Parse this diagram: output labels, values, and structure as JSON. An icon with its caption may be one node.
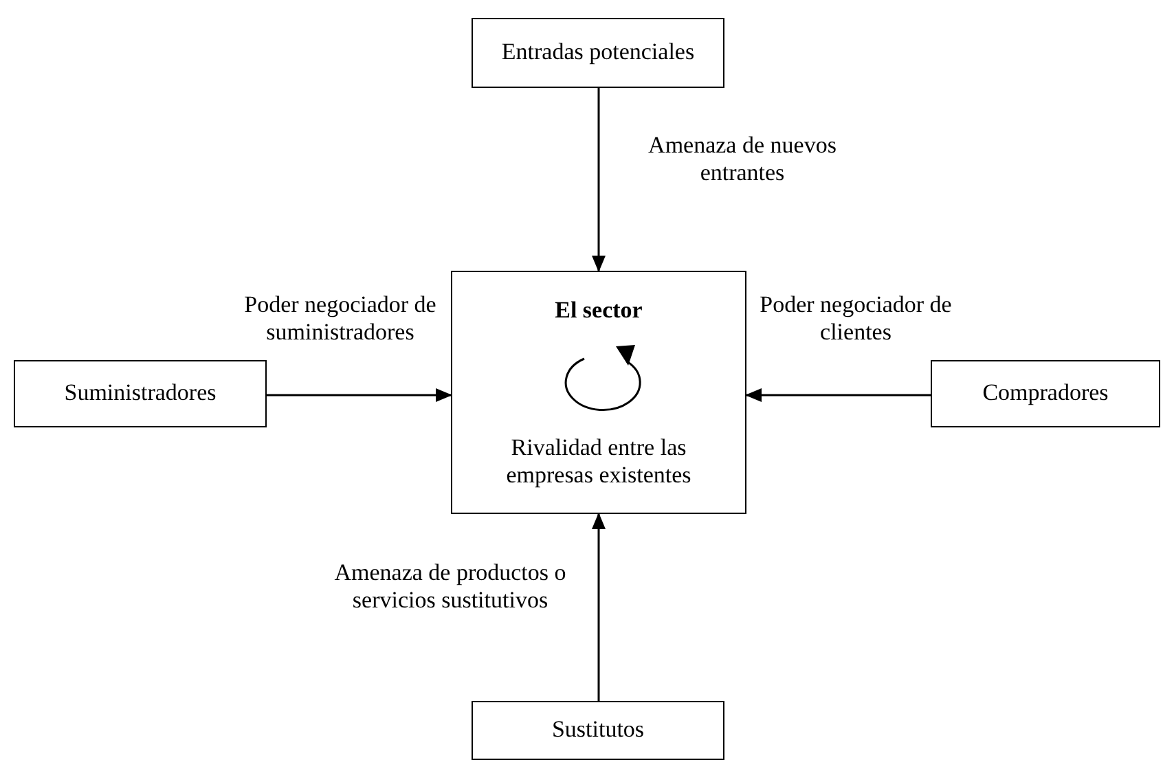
{
  "diagram": {
    "nodes": [
      {
        "text": [
          "Entradas potenciales"
        ]
      },
      {
        "text": [
          "Suministradores"
        ]
      },
      {
        "text": [
          "El sector",
          "Rivalidad entre las empresas existentes"
        ]
      },
      {
        "text": [
          "Compradores"
        ]
      },
      {
        "text": [
          "Sustitutos"
        ]
      }
    ],
    "edges": [
      {
        "from": 0,
        "to": 2,
        "arrow": "to",
        "label": "Amenaza de nuevos entrantes"
      },
      {
        "from": 1,
        "to": 2,
        "arrow": "to",
        "label": "Poder negociador de suministradores"
      },
      {
        "from": 3,
        "to": 2,
        "arrow": "to",
        "label": "Poder negociador de clientes"
      },
      {
        "from": 4,
        "to": 2,
        "arrow": "to",
        "label": "Amenaza de productos o servicios sustitutivos"
      }
    ]
  }
}
